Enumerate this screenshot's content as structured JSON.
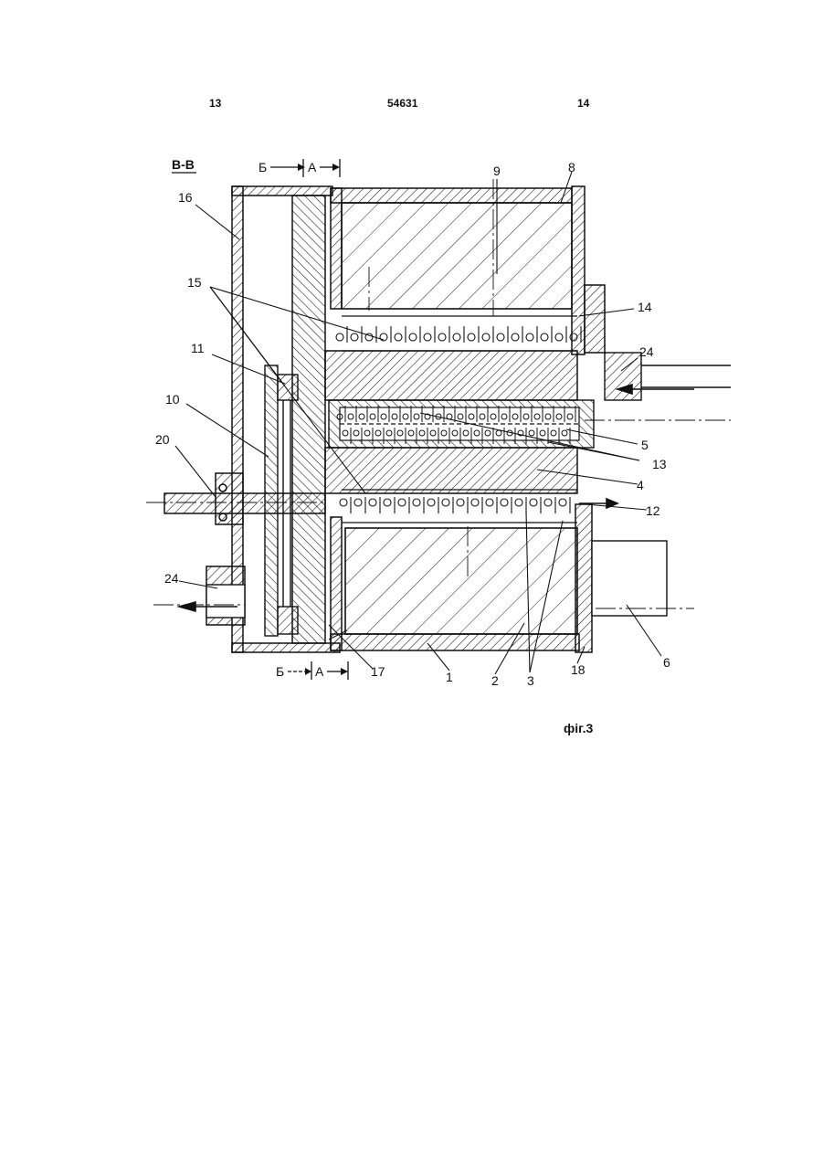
{
  "header": {
    "page_left": "13",
    "patent_number": "54631",
    "page_right": "14"
  },
  "figure": {
    "section_label": "В-В",
    "caption": "фіг.3",
    "section_marks": {
      "b": "Б",
      "a": "А"
    },
    "callouts": {
      "c1": "1",
      "c2": "2",
      "c3": "3",
      "c4": "4",
      "c5": "5",
      "c6": "6",
      "c8": "8",
      "c9": "9",
      "c10": "10",
      "c11": "11",
      "c12": "12",
      "c13": "13",
      "c14": "14",
      "c15": "15",
      "c16": "16",
      "c17": "17",
      "c18": "18",
      "c20": "20",
      "c24a": "24",
      "c24b": "24"
    }
  }
}
